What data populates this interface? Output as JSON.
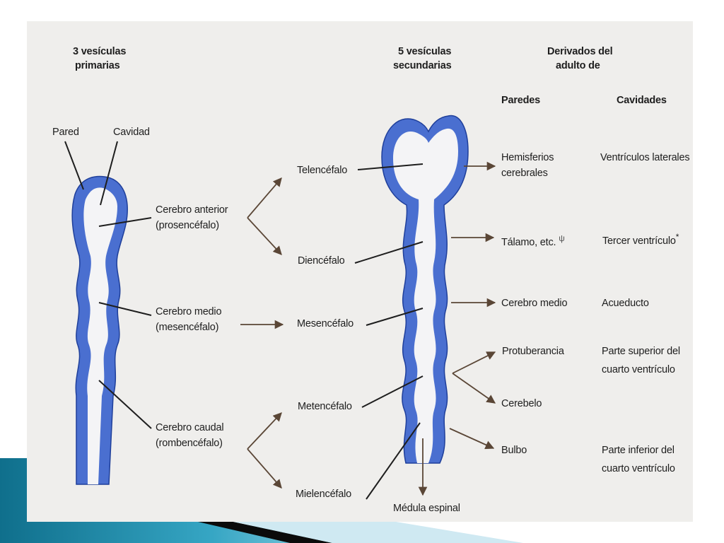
{
  "headers": {
    "primary_1": "3 vesículas",
    "primary_2": "primarias",
    "secondary_1": "5 vesículas",
    "secondary_2": "secundarias",
    "derivatives_1": "Derivados del",
    "derivatives_2": "adulto de",
    "walls": "Paredes",
    "cavities": "Cavidades"
  },
  "tube_labels": {
    "wall": "Pared",
    "cavity": "Cavidad"
  },
  "primary_vesicles": [
    {
      "name": "Cerebro anterior",
      "alt": "(prosencéfalo)"
    },
    {
      "name": "Cerebro medio",
      "alt": "(mesencéfalo)"
    },
    {
      "name": "Cerebro caudal",
      "alt": "(rombencéfalo)"
    }
  ],
  "secondary_vesicles": [
    "Telencéfalo",
    "Diencéfalo",
    "Mesencéfalo",
    "Metencéfalo",
    "Mielencéfalo"
  ],
  "spinal_cord": "Médula espinal",
  "walls": {
    "hemispheres_1": "Hemisferios",
    "hemispheres_2": "cerebrales",
    "thalamus": "Tálamo, etc.",
    "midbrain": "Cerebro medio",
    "pons": "Protuberancia",
    "cerebellum": "Cerebelo",
    "medulla": "Bulbo"
  },
  "cavities": {
    "lateral": "Ventrículos laterales",
    "third": "Tercer ventrículo",
    "aqueduct": "Acueducto",
    "fourth_upper_1": "Parte superior del",
    "fourth_upper_2": "cuarto ventrículo",
    "fourth_lower_1": "Parte inferior del",
    "fourth_lower_2": "cuarto ventrículo"
  },
  "marks": {
    "psi": "ψ",
    "asterisk": "*"
  },
  "colors": {
    "tube": "#4a6fd0",
    "tube_edge": "#1f3f9a",
    "cavity": "#f4f4f6",
    "ink": "#1e1e1e",
    "arrow": "#5a4636",
    "deco_teal": "#1a8aa6",
    "deco_dark": "#0b0b0b"
  }
}
